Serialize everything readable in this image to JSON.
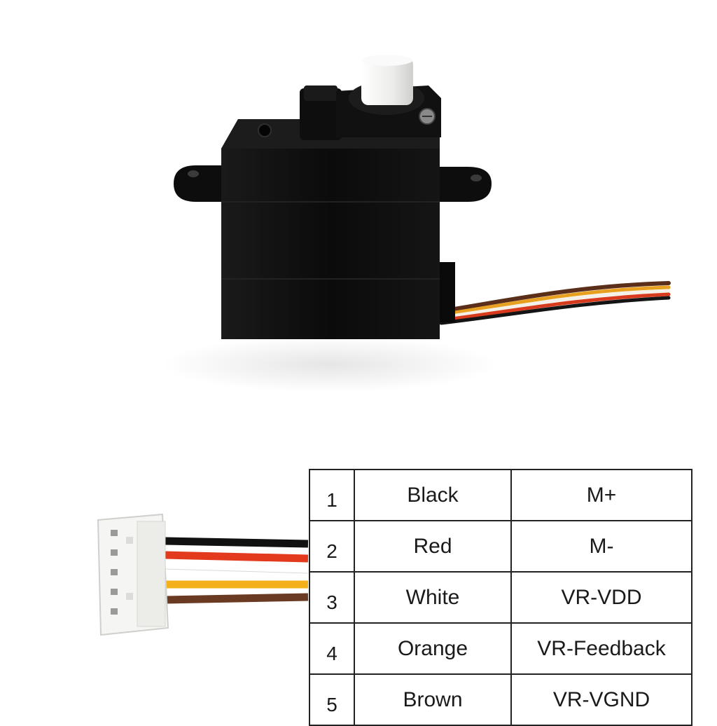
{
  "pinout": {
    "rows": [
      {
        "pin": "1",
        "wire": "Black",
        "signal": "M+",
        "hex": "#111111"
      },
      {
        "pin": "2",
        "wire": "Red",
        "signal": "M-",
        "hex": "#e03a1e"
      },
      {
        "pin": "3",
        "wire": "White",
        "signal": "VR-VDD",
        "hex": "#ffffff"
      },
      {
        "pin": "4",
        "wire": "Orange",
        "signal": "VR-Feedback",
        "hex": "#f0a818"
      },
      {
        "pin": "5",
        "wire": "Brown",
        "signal": "VR-VGND",
        "hex": "#6b3a22"
      }
    ]
  },
  "colors": {
    "servo_body": "#0c0c0c",
    "output_shaft": "#f4f4f2",
    "connector": "#f5f5f3"
  }
}
